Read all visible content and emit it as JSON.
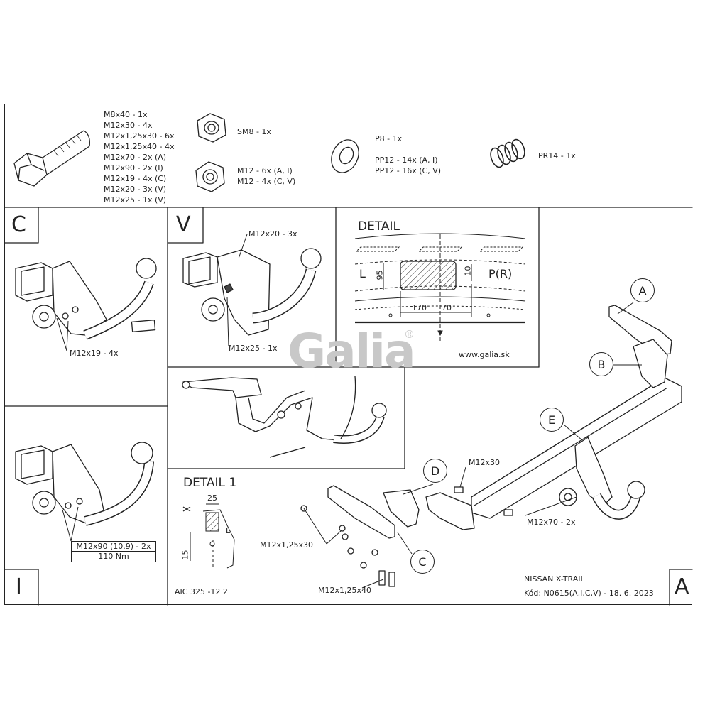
{
  "parts": {
    "bolt_list": [
      "M8x40 - 1x",
      "M12x30 - 4x",
      "M12x1,25x30 - 6x",
      "M12x1,25x40 - 4x",
      "M12x70 - 2x (A)",
      "M12x90 - 2x (I)",
      "M12x19 - 4x (C)",
      "M12x20 - 3x (V)",
      "M12x25 - 1x (V)"
    ],
    "nut_sm8": "SM8 - 1x",
    "nut_m12": [
      "M12 - 6x (A, I)",
      "M12 - 4x (C, V)"
    ],
    "washer_p8": "P8 - 1x",
    "washer_pp12": [
      "PP12 - 14x (A, I)",
      "PP12 - 16x (C, V)"
    ],
    "spring_pr14": "PR14 - 1x"
  },
  "panel_c": {
    "letter": "C",
    "bolt_label": "M12x19 - 4x"
  },
  "panel_v": {
    "letter": "V",
    "bolt_top": "M12x20 - 3x",
    "bolt_bottom": "M12x25 - 1x"
  },
  "panel_i": {
    "letter": "I",
    "bolt_label": "M12x90 (10.9) - 2x",
    "torque": "110 Nm"
  },
  "detail": {
    "title": "DETAIL",
    "left": "L",
    "right": "P(R)",
    "dim_95": "95",
    "dim_10": "10",
    "dim_170": "170",
    "dim_70": "70",
    "url": "www.galia.sk"
  },
  "detail1": {
    "title": "DETAIL 1",
    "dim_25": "25",
    "dim_15": "15",
    "label_l": "L"
  },
  "main": {
    "letter": "A",
    "callouts": [
      "A",
      "B",
      "E",
      "D",
      "C"
    ],
    "bolt_m12x30": "M12x30",
    "bolt_m12x70": "M12x70 - 2x",
    "bolt_m12x1_25x30": "M12x1,25x30",
    "bolt_m12x1_25x40": "M12x1,25x40",
    "vehicle": "NISSAN X-TRAIL",
    "code": "Kód: N0615(A,I,C,V) - 18. 6. 2023"
  },
  "footer_code": "AIC 325 -12 2",
  "watermark": {
    "brand": "Galia",
    "reg": "®"
  }
}
